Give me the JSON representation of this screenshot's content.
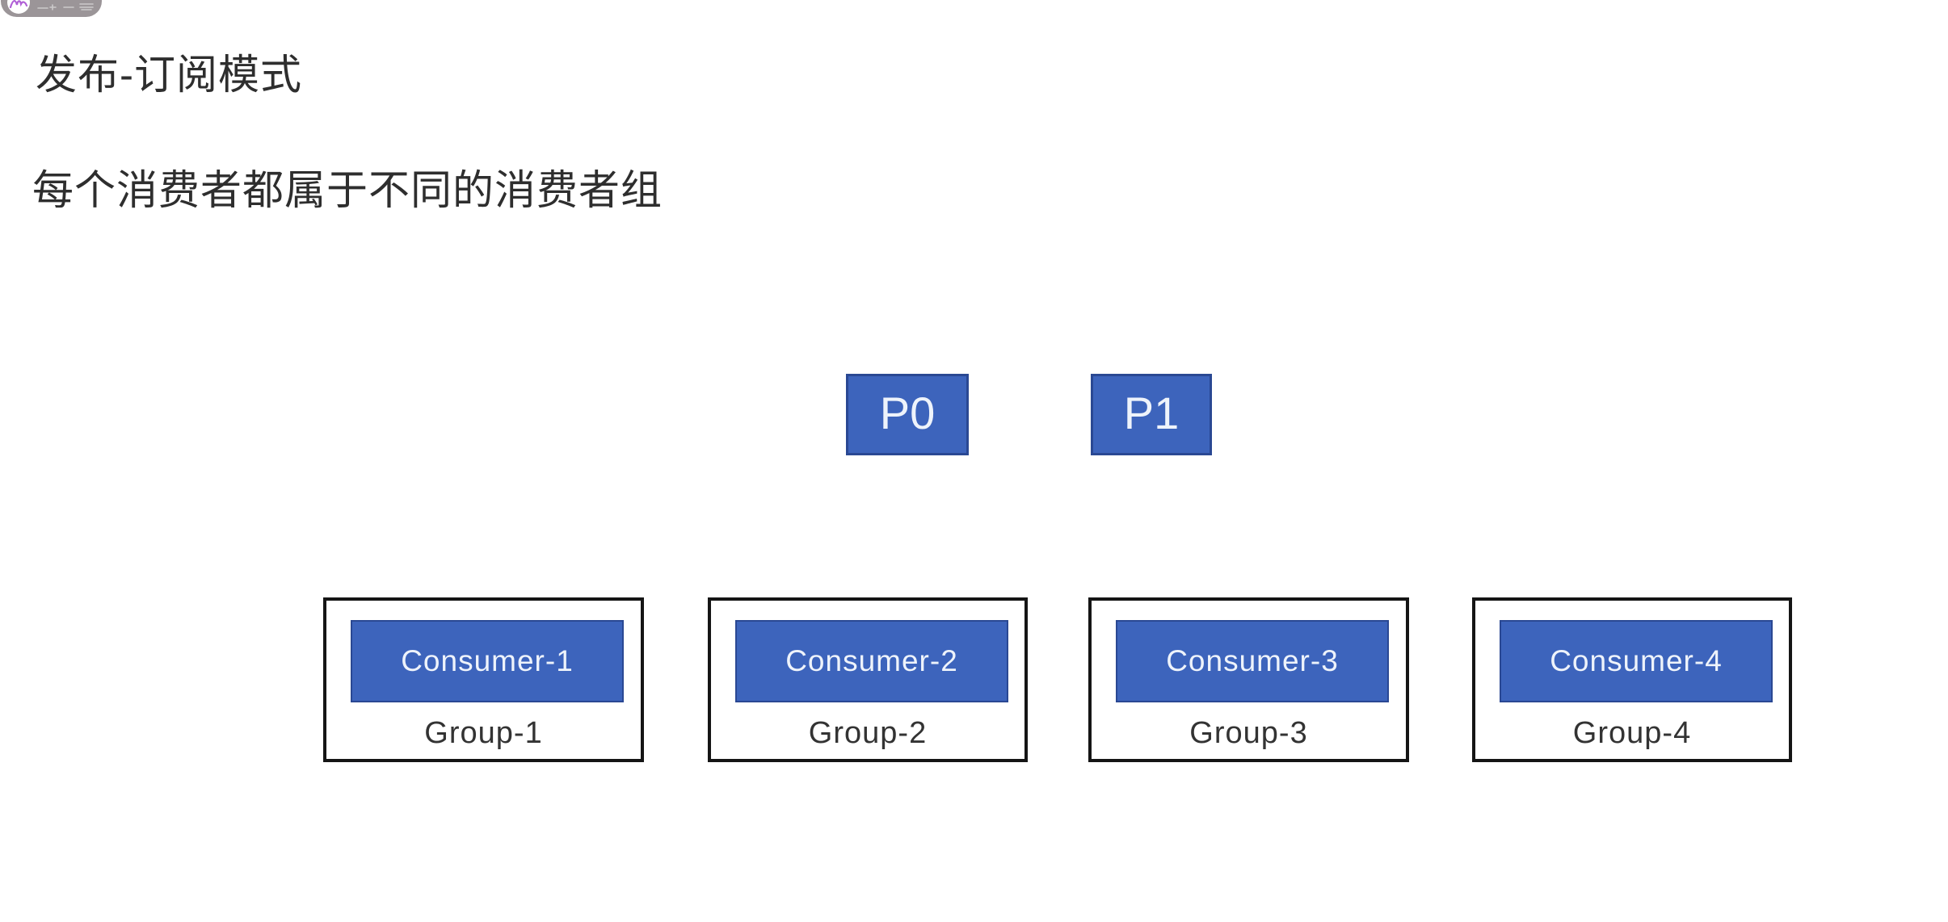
{
  "heading": {
    "title": "发布-订阅模式",
    "subtitle": "每个消费者都属于不同的消费者组"
  },
  "diagram": {
    "partitions": [
      {
        "label": "P0"
      },
      {
        "label": "P1"
      }
    ],
    "consumer_groups": [
      {
        "consumer_label": "Consumer-1",
        "group_label": "Group-1"
      },
      {
        "consumer_label": "Consumer-2",
        "group_label": "Group-2"
      },
      {
        "consumer_label": "Consumer-3",
        "group_label": "Group-3"
      },
      {
        "consumer_label": "Consumer-4",
        "group_label": "Group-4"
      }
    ]
  },
  "colors": {
    "box_fill": "#3d64bc",
    "box_border": "#2a4893",
    "box_text": "#eef3fb",
    "group_border": "#151515",
    "group_text": "#333333",
    "heading_text": "#2e2e2e",
    "watermark_bg": "#9b9598"
  }
}
